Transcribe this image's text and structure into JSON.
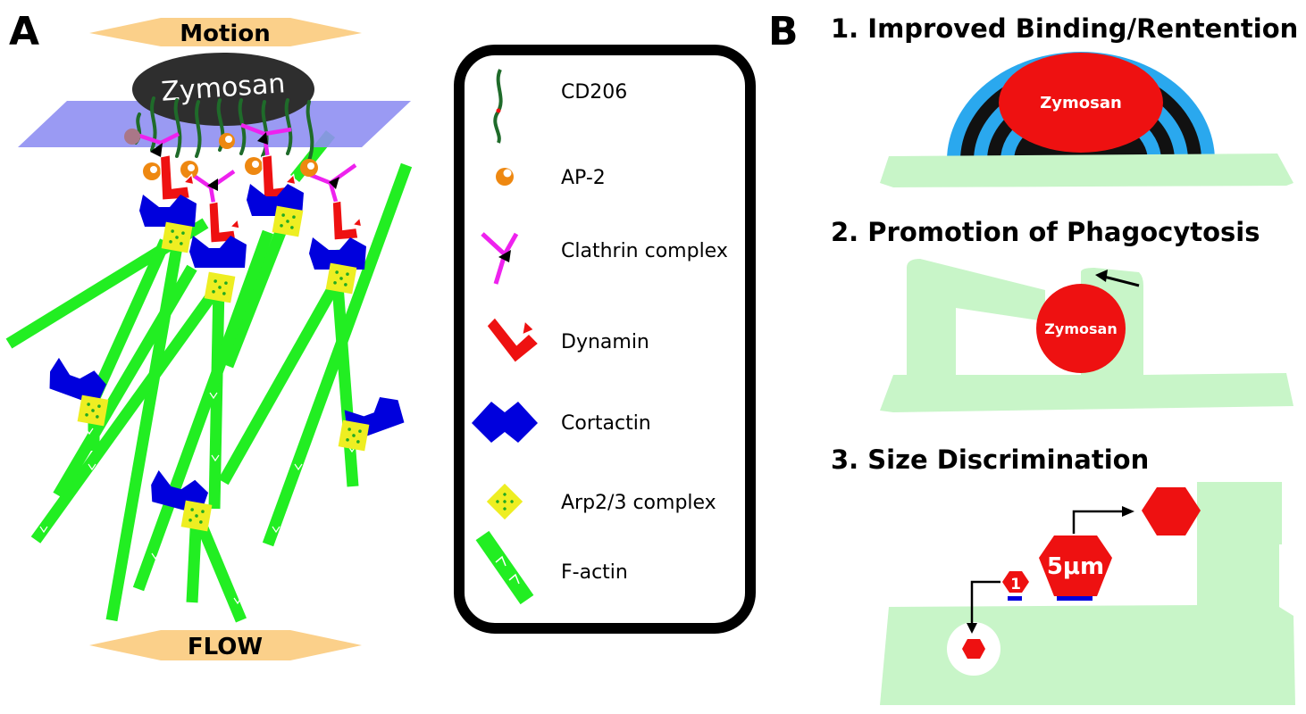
{
  "panel_a": {
    "letter": "A",
    "motion": "Motion",
    "flow": "FLOW",
    "zymosan": "Zymosan"
  },
  "legend": {
    "items": [
      {
        "icon": "cd206-icon",
        "label": "CD206"
      },
      {
        "icon": "ap2-icon",
        "label": "AP-2"
      },
      {
        "icon": "clathrin-icon",
        "label": "Clathrin complex"
      },
      {
        "icon": "dynamin-icon",
        "label": "Dynamin"
      },
      {
        "icon": "cortactin-icon",
        "label": "Cortactin"
      },
      {
        "icon": "arp23-icon",
        "label": "Arp2/3 complex"
      },
      {
        "icon": "f-actin-icon",
        "label": "F-actin"
      }
    ]
  },
  "panel_b": {
    "letter": "B",
    "section1": {
      "title": "1. Improved Binding/Rentention",
      "particle": "Zymosan"
    },
    "section2": {
      "title": "2. Promotion of Phagocytosis",
      "particle": "Zymosan"
    },
    "section3": {
      "title": "3. Size Discrimination",
      "small_particle": "1",
      "mid_particle": "5μm"
    }
  },
  "colors": {
    "actin": "#22ee22",
    "cortactin": "#0000dd",
    "arp": "#eeee22",
    "dynamin": "#ee1111",
    "clathrin": "#ee22ee",
    "ap2": "#ee8811",
    "cd206": "#1f6b2a",
    "membrane": "#8f8ff2",
    "cell": "#c8f5c8",
    "zymosan_b": "#ee1111",
    "arrow_band": "#fbd08a"
  }
}
